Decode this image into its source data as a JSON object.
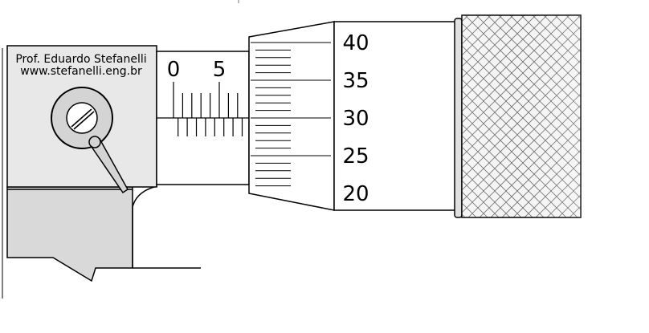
{
  "watermark": {
    "author": "Prof. Eduardo Stefanelli",
    "website": "www.stefanelli.eng.br"
  },
  "sleeve_scale": {
    "labels": [
      "0",
      "5"
    ],
    "upper_ticks_mm": [
      0,
      1,
      2,
      3,
      4,
      5,
      6,
      7
    ],
    "lower_ticks_half_mm": [
      0.5,
      1.5,
      2.5,
      3.5,
      4.5,
      5.5,
      6.5,
      7.5
    ]
  },
  "thimble_scale": {
    "labels": [
      "40",
      "35",
      "30",
      "25",
      "20"
    ],
    "visible_range_divisions": [
      19,
      41
    ],
    "reading_line_division": 30
  },
  "colors": {
    "frame_fill": "#e8e8e8",
    "lower_frame_fill": "#d9d9d9",
    "outline": "#000000",
    "background": "#ffffff"
  }
}
